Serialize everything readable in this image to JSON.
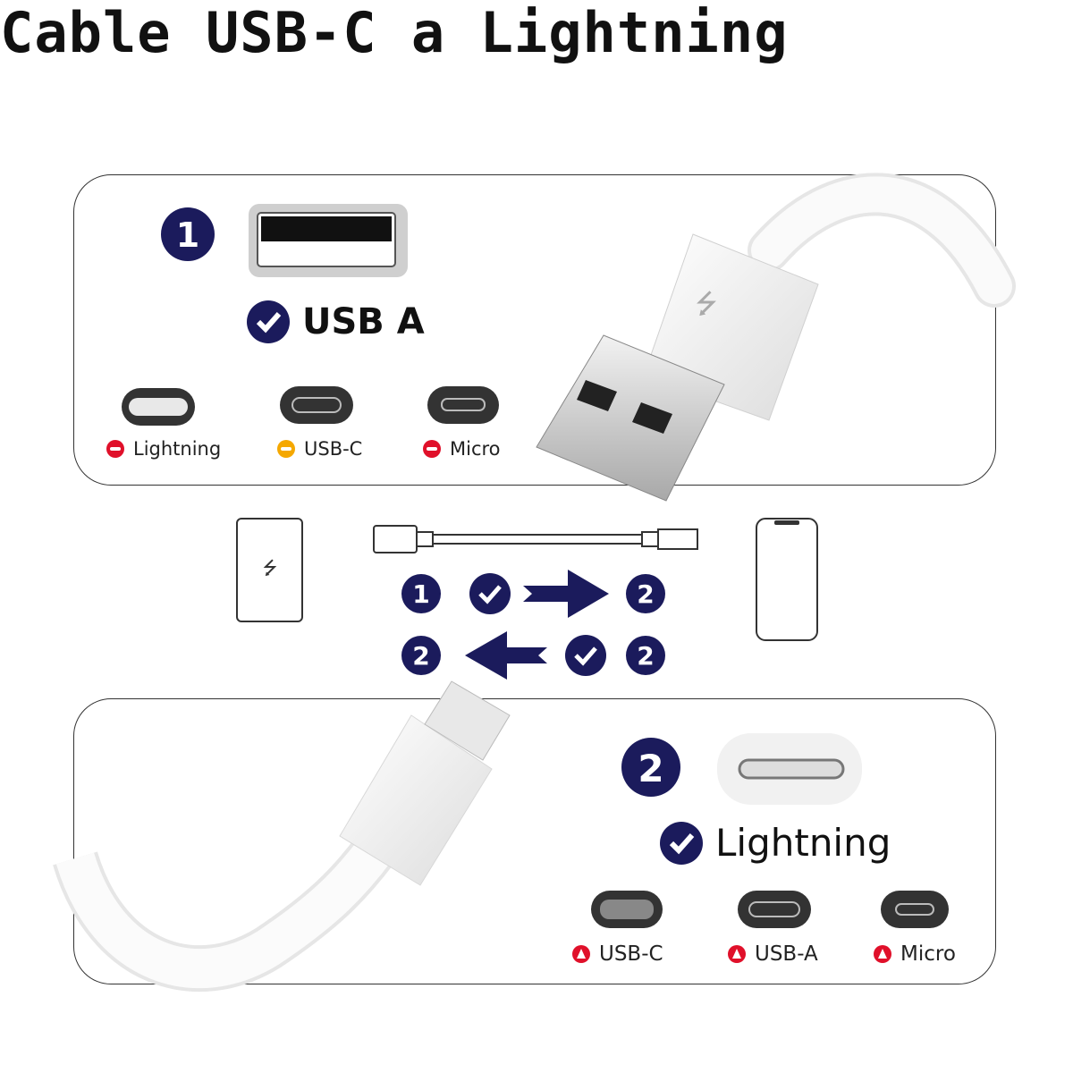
{
  "title": "Cable USB-C a Lightning",
  "top_panel": {
    "badge": "1",
    "selected_label": "USB A",
    "ports": [
      {
        "label": "Lightning",
        "status": "not-compatible",
        "color": "#e0102a"
      },
      {
        "label": "USB-C",
        "status": "warning",
        "color": "#f5a800"
      },
      {
        "label": "Micro",
        "status": "not-compatible",
        "color": "#e0102a"
      }
    ]
  },
  "flow": {
    "row1": [
      "1",
      "2"
    ],
    "row2": [
      "2",
      "2"
    ]
  },
  "bottom_panel": {
    "badge": "2",
    "selected_label": "Lightning",
    "ports": [
      {
        "label": "USB-C",
        "status": "not-compatible",
        "color": "#e0102a"
      },
      {
        "label": "USB-A",
        "status": "not-compatible",
        "color": "#e0102a"
      },
      {
        "label": "Micro",
        "status": "not-compatible",
        "color": "#e0102a"
      }
    ]
  },
  "colors": {
    "navy": "#1b1b5c",
    "border": "#333333"
  }
}
